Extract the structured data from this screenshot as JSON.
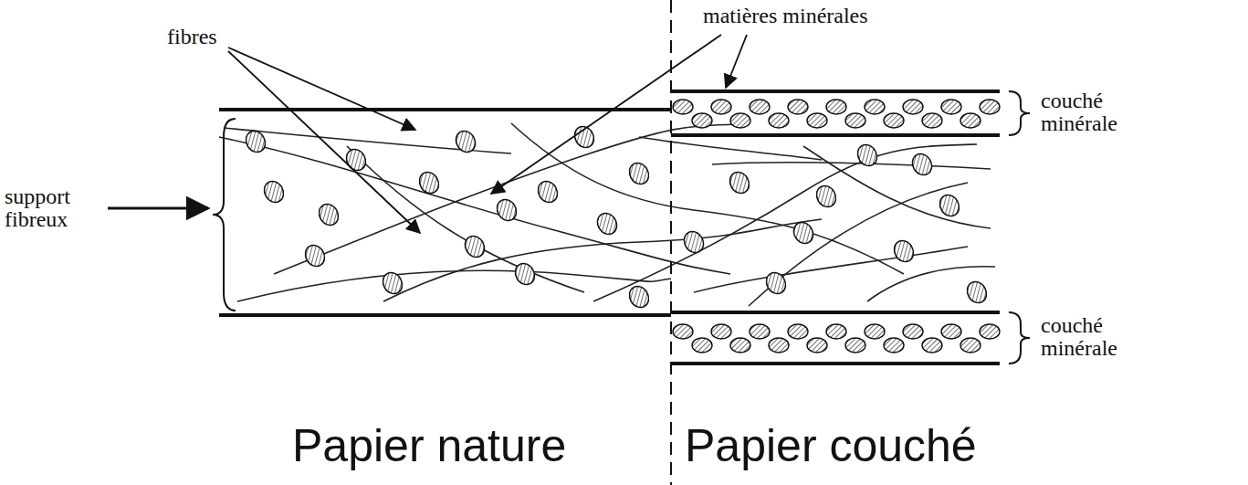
{
  "diagram": {
    "labels": [
      "matières minérales",
      "fibres",
      "support fibreux",
      "couché minérale",
      "couché minérale",
      "Papier nature",
      "Papier couché"
    ]
  }
}
